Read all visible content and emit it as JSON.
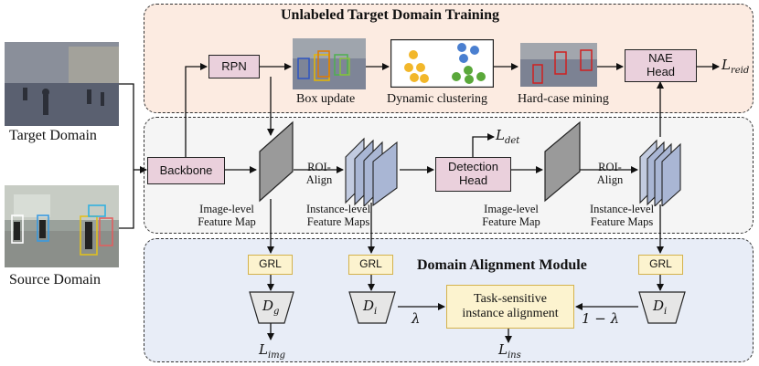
{
  "panels": {
    "top_title": "Unlabeled Target Domain Training",
    "bottom_title": "Domain Alignment Module"
  },
  "domains": {
    "target": "Target Domain",
    "source": "Source Domain"
  },
  "modules": {
    "backbone": "Backbone",
    "rpn": "RPN",
    "nae_head": "NAE Head",
    "detection_head": "Detection Head",
    "grl": "GRL",
    "tsia": "Task-sensitive instance alignment"
  },
  "captions": {
    "box_update": "Box update",
    "dynamic_clustering": "Dynamic clustering",
    "hard_case_mining": "Hard-case mining",
    "roi_align": "ROI-Align",
    "image_level": "Image-level Feature Map",
    "instance_level": "Instance-level Feature Maps"
  },
  "math": {
    "l_reid": "L",
    "l_reid_sub": "reid",
    "l_det": "L",
    "l_det_sub": "det",
    "l_img": "L",
    "l_img_sub": "img",
    "l_ins": "L",
    "l_ins_sub": "ins",
    "dg": "D",
    "dg_sub": "g",
    "di": "D",
    "di_sub": "i",
    "lambda": "λ",
    "one_minus_lambda": "1 − λ"
  },
  "colors": {
    "top_panel": "#fcebe1",
    "mid_panel": "#f5f5f5",
    "bottom_panel": "#e8edf7",
    "module_pink": "#ead0dc",
    "grl_yellow": "#fcf3cf",
    "feature_grey": "#9a9a9a",
    "feature_blue": "#a9b6d4"
  },
  "icons": [
    "target-domain-photo",
    "source-domain-photo",
    "box-update-photo",
    "cluster-dots",
    "hard-case-photo"
  ]
}
